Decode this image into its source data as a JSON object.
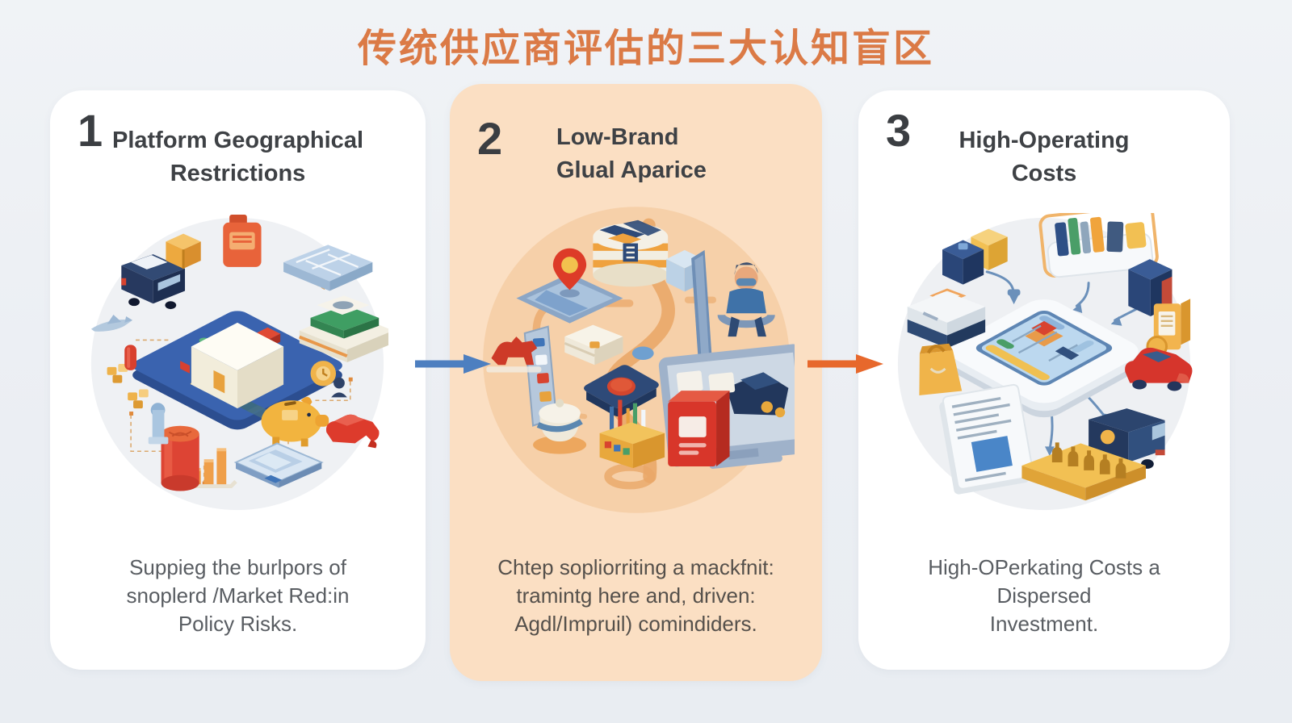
{
  "page": {
    "title": "传统供应商评估的三大认知盲区",
    "title_color": "#db7a46",
    "background_color": "#edf0f4"
  },
  "arrows": [
    {
      "name": "flow-arrow-1-to-2",
      "direction": "right",
      "color": "#4d7fc0"
    },
    {
      "name": "flow-arrow-2-to-3",
      "direction": "right",
      "color": "#e7682c"
    }
  ],
  "cards": [
    {
      "number": "1",
      "title": "Platform Geographical\nRestrictions",
      "caption": "Suppieg the burlpors of\nsnoplerd /Market Red:in\nPolicy Risks.",
      "background_color": "#ffffff",
      "circle_color": "#eff1f4",
      "illustration": "isometric logistics platform surrounded by goods",
      "illustration_icons": [
        "delivery-van",
        "airplane",
        "gift-package",
        "radio-device",
        "floor-plan",
        "book-stack",
        "coin-clock",
        "piggy-bank",
        "toy-car",
        "map-tablet",
        "bar-chart",
        "paint-can",
        "pillar",
        "coin-stacks",
        "logistics-platform",
        "white-parcel"
      ]
    },
    {
      "number": "2",
      "title": "Low-Brand\nGlual Aparice",
      "caption": "Chtep sopliorriting a mackfnit:\ntramintg here and, driven:\nAgdl/Impruil) comindiders.",
      "background_color": "#fbdfc3",
      "circle_color": "#f6d0a9",
      "illustration": "isometric marketplace scene with winding path",
      "illustration_icons": [
        "location-map-pin",
        "striped-drum",
        "carton-box",
        "door-frame",
        "person-at-desk",
        "smartphone-app",
        "bull-figure",
        "button-pad",
        "ink-jar",
        "stationery-crate",
        "monitor-with-products",
        "red-package",
        "winding-path"
      ]
    },
    {
      "number": "3",
      "title": "High-Operating\nCosts",
      "caption": "High-OPerkating Costs a\nDispersed\nInvestment.",
      "background_color": "#ffffff",
      "circle_color": "#eef0f3",
      "illustration": "isometric cost network hub with connected assets",
      "illustration_icons": [
        "circuit-tray-hub",
        "stacked-cubes",
        "book-shelf",
        "printer",
        "navy-crate",
        "yellow-locker",
        "red-car",
        "delivery-van",
        "invoice-document",
        "bottle-tray",
        "shopping-bag",
        "connector-lines"
      ]
    }
  ]
}
